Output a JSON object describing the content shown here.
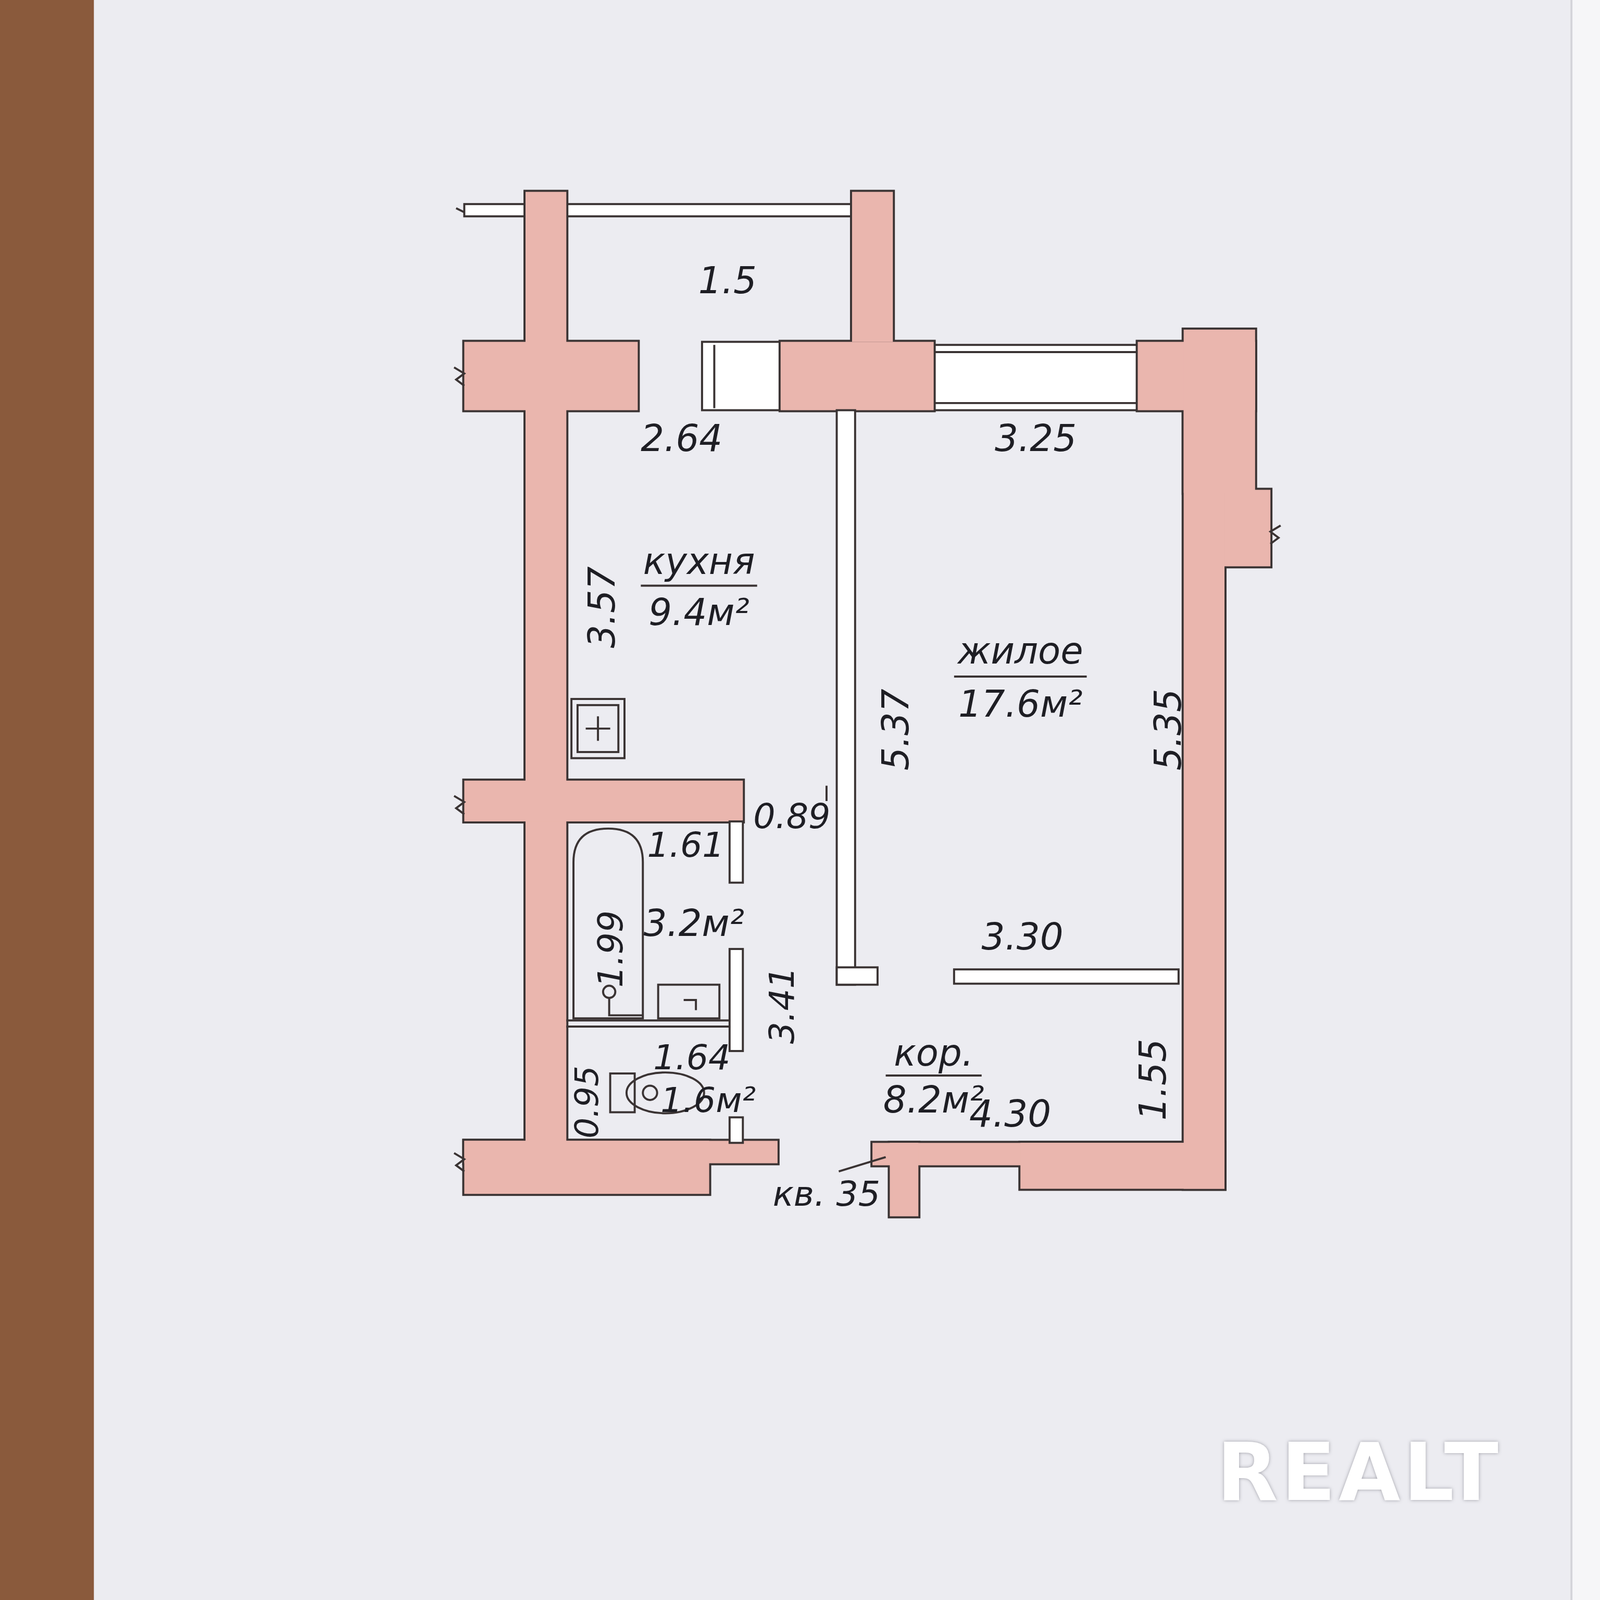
{
  "diagram": {
    "labels": [
      "1.5",
      "2.64",
      "3.25",
      "кухня",
      "9.4м²",
      "3.57",
      "жилое",
      "17.6м²",
      "5.37",
      "5.35",
      "0.89",
      "1.61",
      "3.2м²",
      "1.99",
      "3.41",
      "3.30",
      "1.64",
      "0.95",
      "1.6м²",
      "кор.",
      "8.2м²",
      "4.30",
      "1.55",
      "кв. 35",
      "REALT"
    ]
  }
}
